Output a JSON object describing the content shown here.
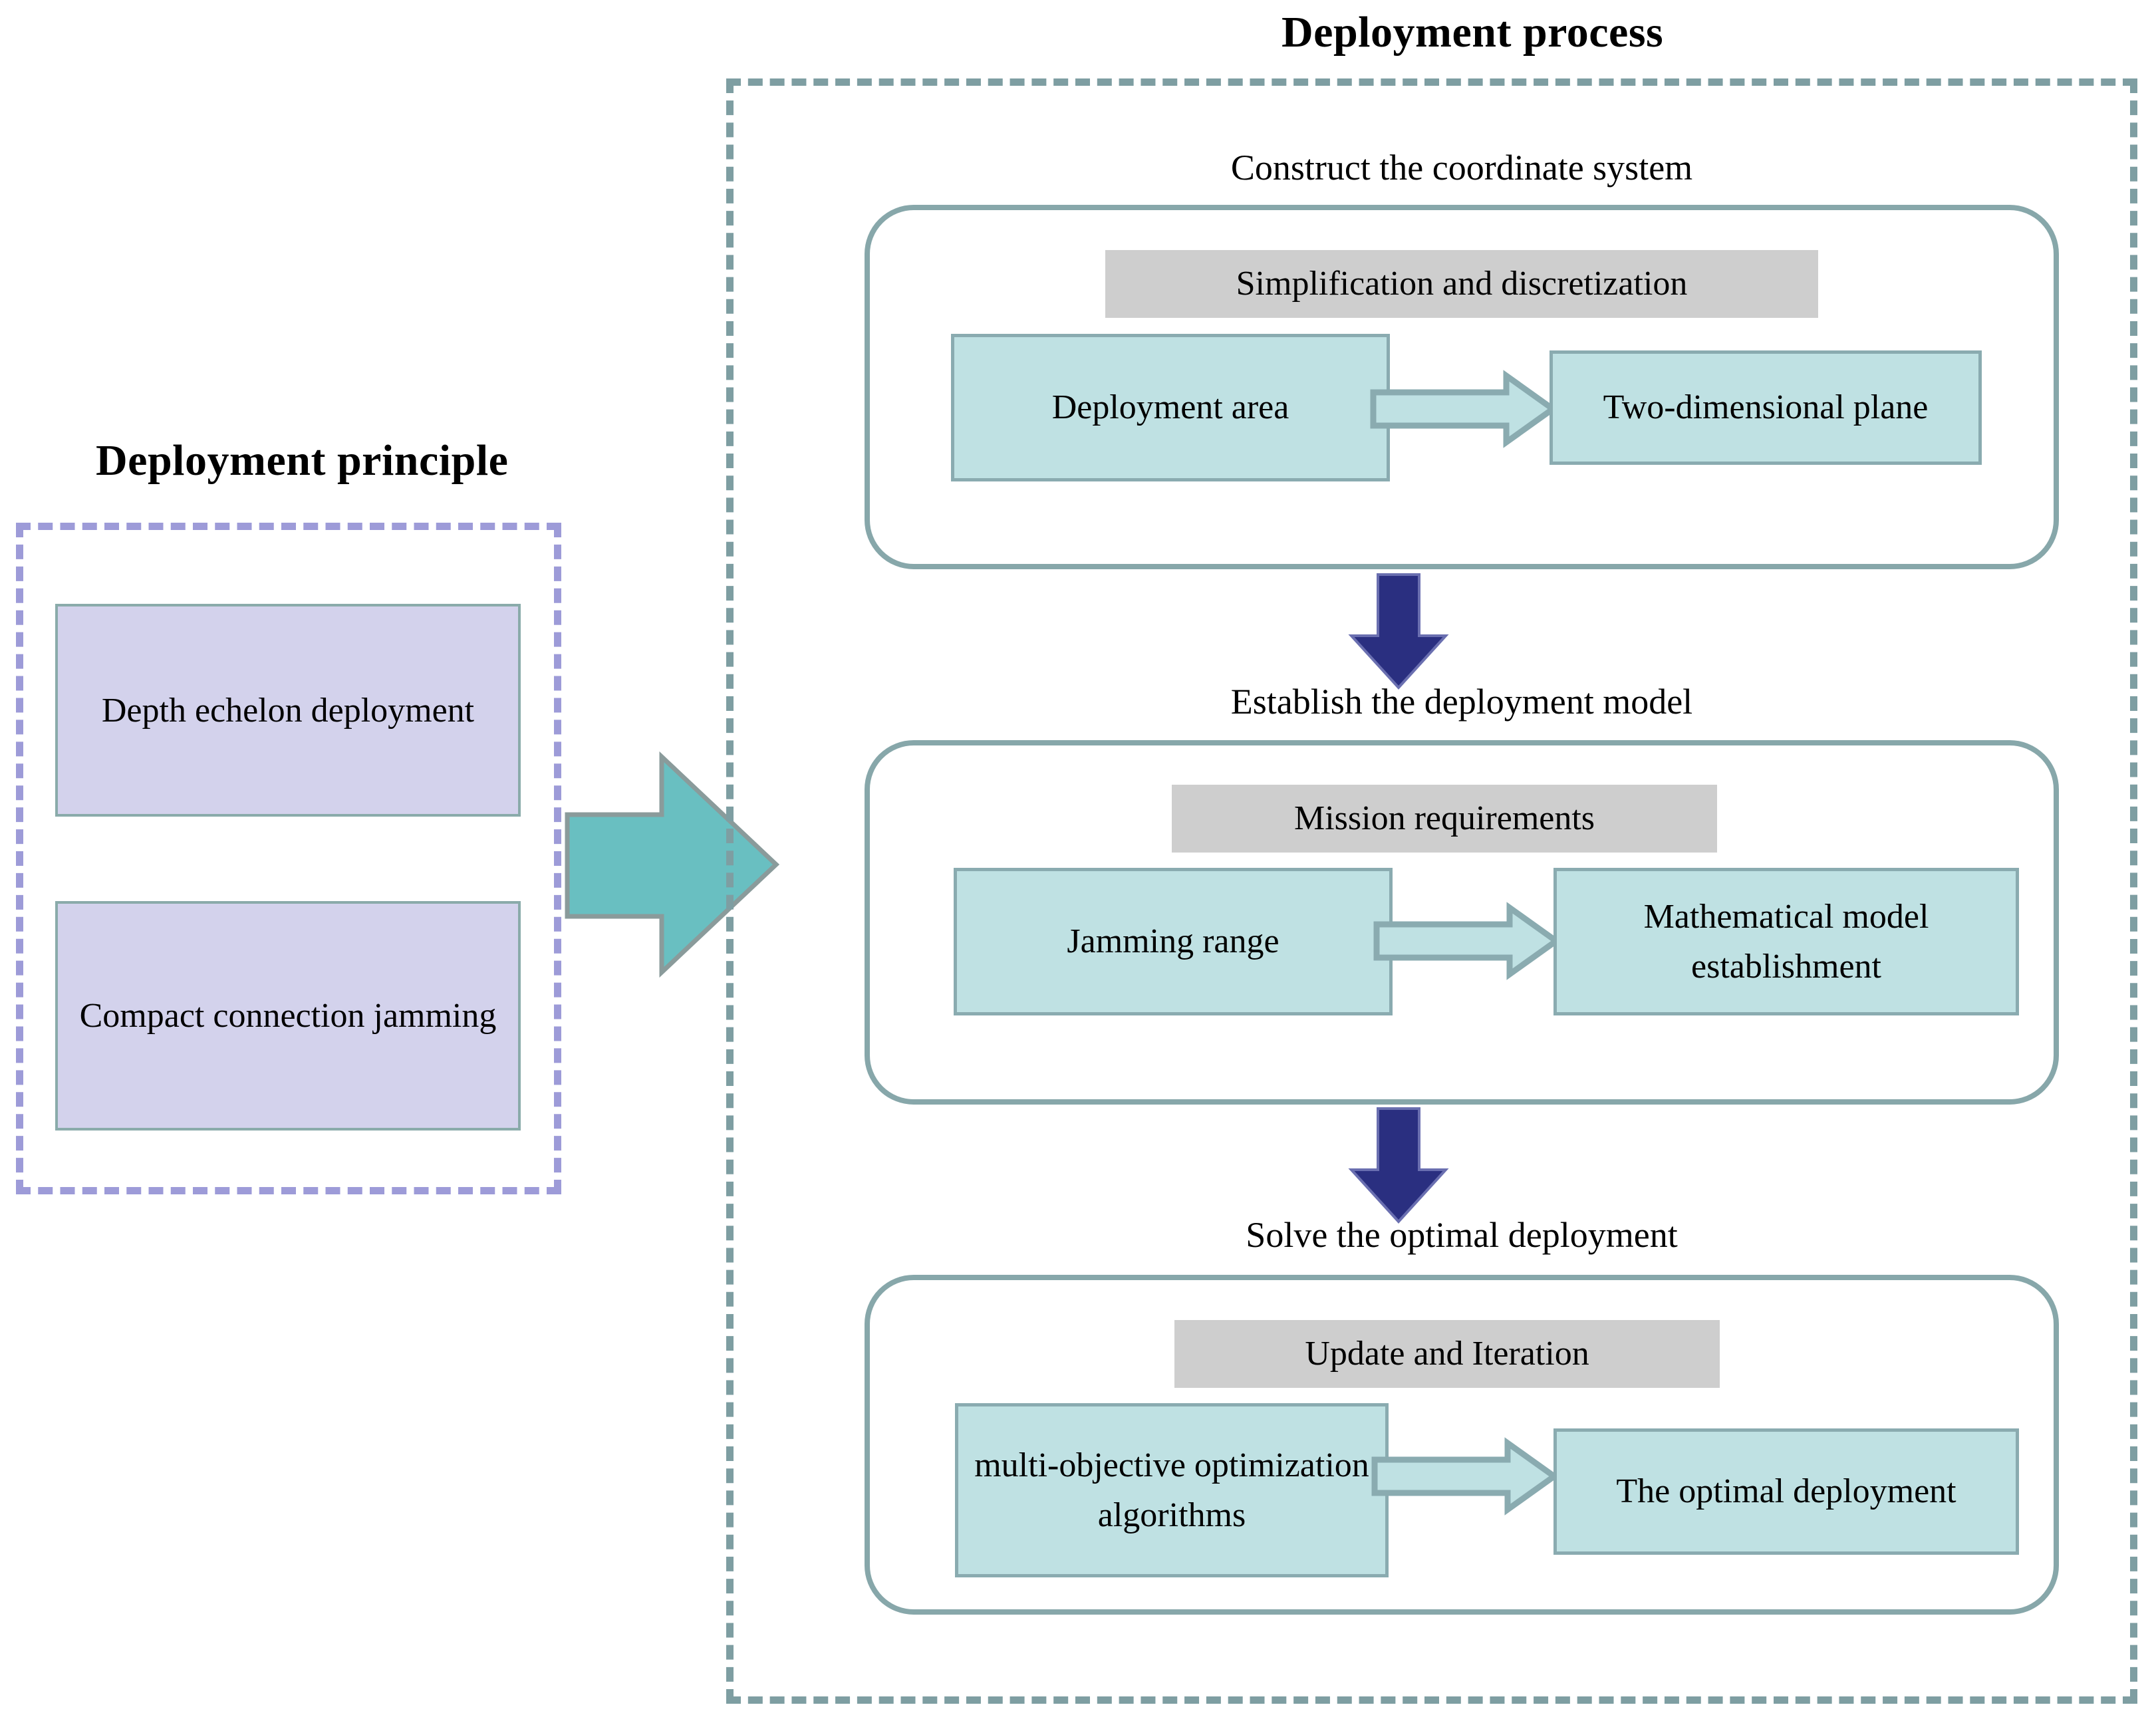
{
  "left_panel": {
    "title": "Deployment principle",
    "boxes": [
      {
        "label": "Depth echelon deployment"
      },
      {
        "label": "Compact connection jamming"
      }
    ]
  },
  "right_panel": {
    "title": "Deployment process",
    "stages": [
      {
        "caption": "Construct the coordinate system",
        "band": "Simplification and discretization",
        "from_box": "Deployment area",
        "to_box": "Two-dimensional plane"
      },
      {
        "caption": "Establish the deployment model",
        "band": "Mission requirements",
        "from_box": "Jamming range",
        "to_box": "Mathematical model establishment"
      },
      {
        "caption": "Solve the optimal deployment",
        "band": "Update and Iteration",
        "from_box": "multi-objective optimization algorithms",
        "to_box": "The optimal deployment"
      }
    ]
  },
  "connectors": {
    "principle_to_process": "big-right-arrow",
    "stage_1_to_2": "navy-down-arrow",
    "stage_2_to_3": "navy-down-arrow",
    "inner_flow": "small-right-arrow"
  },
  "colors": {
    "lavender_fill": "#d3d2ec",
    "lavender_dash": "#9d9bd8",
    "cyan_fill": "#bfe1e3",
    "teal_border": "#8aabb0",
    "teal_dash": "#7e9ea2",
    "gray_band": "#cecece",
    "navy_arrow": "#2a2f80",
    "big_arrow_fill": "#69bfc1",
    "big_arrow_border": "#8a9b9b"
  }
}
